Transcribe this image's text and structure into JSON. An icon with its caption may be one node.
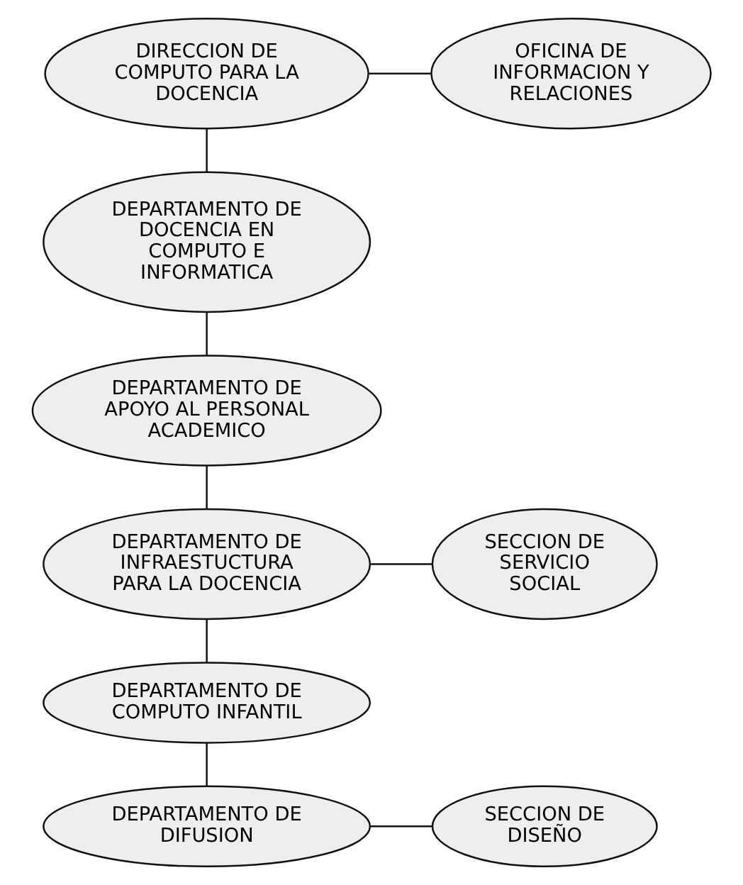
{
  "diagram": {
    "nodes": [
      {
        "text": [
          "DIRECCION DE COMPUTO PARA LA DOCENCIA"
        ]
      },
      {
        "text": [
          "OFICINA DE INFORMACION Y RELACIONES"
        ]
      },
      {
        "text": [
          "DEPARTAMENTO DE DOCENCIA EN COMPUTO E INFORMATICA"
        ]
      },
      {
        "text": [
          "DEPARTAMENTO DE APOYO AL PERSONAL ACADEMICO"
        ]
      },
      {
        "text": [
          "DEPARTAMENTO DE INFRAESTUCTURA PARA LA DOCENCIA"
        ]
      },
      {
        "text": [
          "SECCION DE SERVICIO SOCIAL"
        ]
      },
      {
        "text": [
          "DEPARTAMENTO DE COMPUTO INFANTIL"
        ]
      },
      {
        "text": [
          "DEPARTAMENTO DE DIFUSION"
        ]
      },
      {
        "text": [
          "SECCION DE DISEÑO"
        ]
      }
    ],
    "edges": [
      {
        "from": 0,
        "to": 1,
        "arrow": "none"
      },
      {
        "from": 0,
        "to": 2,
        "arrow": "none"
      },
      {
        "from": 2,
        "to": 3,
        "arrow": "none"
      },
      {
        "from": 3,
        "to": 4,
        "arrow": "none"
      },
      {
        "from": 4,
        "to": 5,
        "arrow": "none"
      },
      {
        "from": 4,
        "to": 6,
        "arrow": "none"
      },
      {
        "from": 6,
        "to": 7,
        "arrow": "none"
      },
      {
        "from": 7,
        "to": 8,
        "arrow": "none"
      }
    ]
  }
}
